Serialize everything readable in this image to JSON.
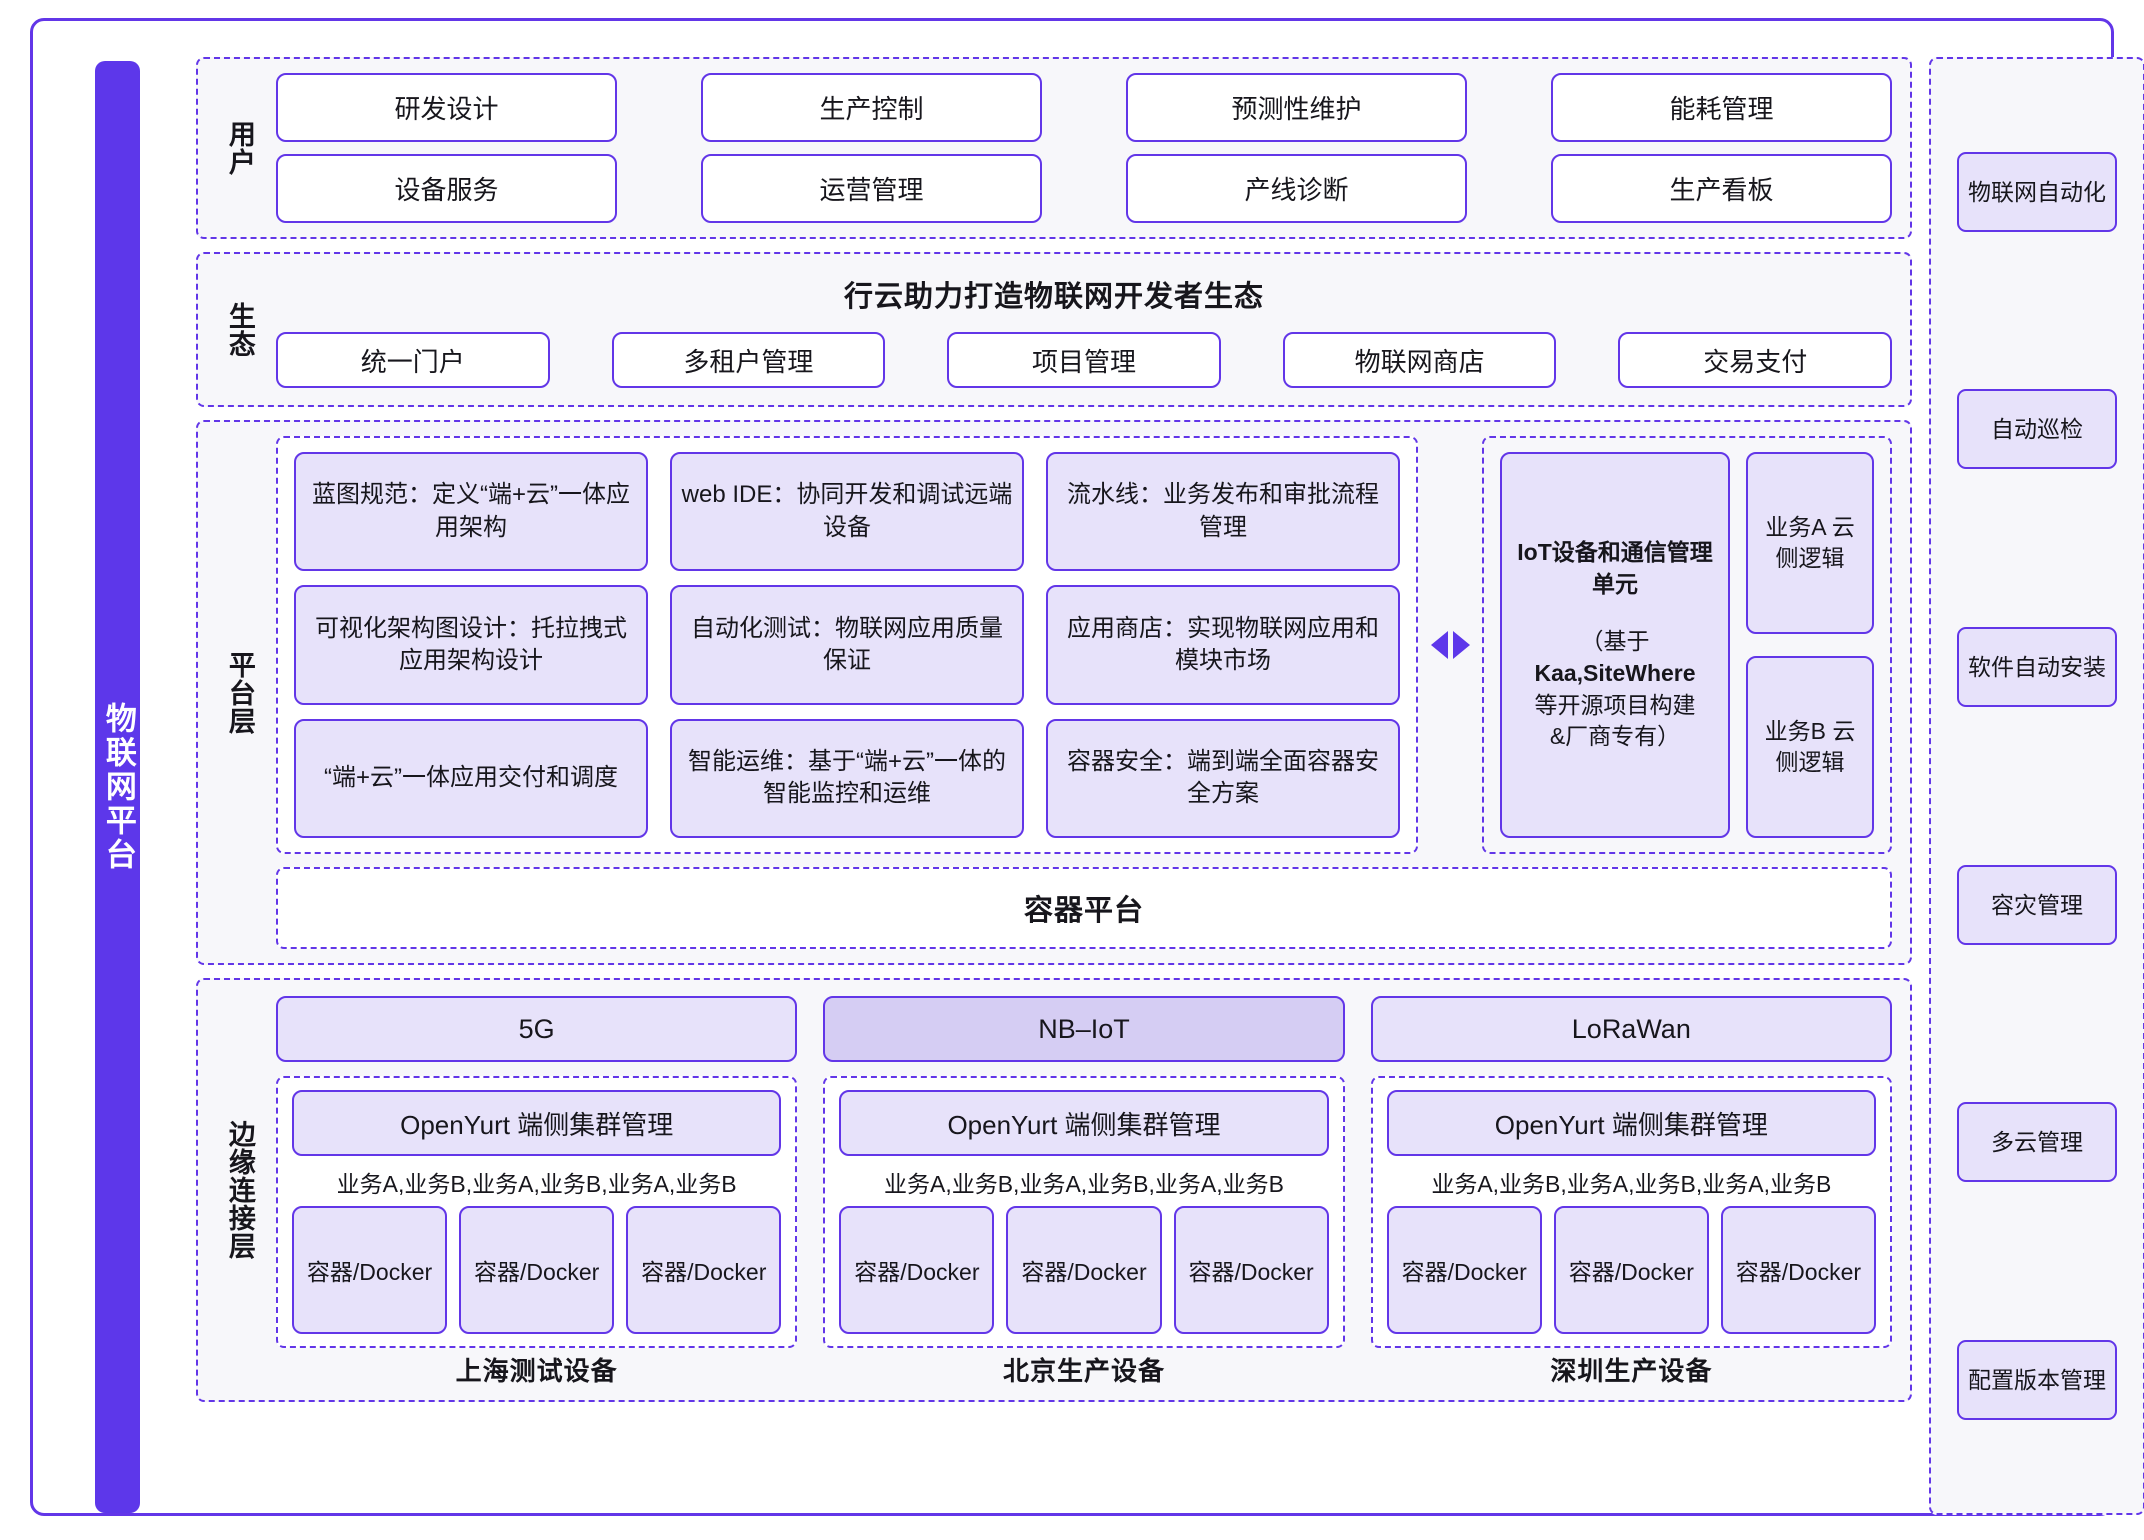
{
  "sidebar": {
    "vertical_label": "物联网平台"
  },
  "user_layer": {
    "label": "用户",
    "items": [
      "研发设计",
      "生产控制",
      "预测性维护",
      "能耗管理",
      "设备服务",
      "运营管理",
      "产线诊断",
      "生产看板"
    ]
  },
  "eco_layer": {
    "label": "生态",
    "title": "行云助力打造物联网开发者生态",
    "items": [
      "统一门户",
      "多租户管理",
      "项目管理",
      "物联网商店",
      "交易支付"
    ]
  },
  "platform_layer": {
    "label": "平台层",
    "capabilities": [
      "蓝图规范：定义“端+云”一体应用架构",
      "web IDE：协同开发和调试远端设备",
      "流水线：业务发布和审批流程管理",
      "可视化架构图设计：托拉拽式应用架构设计",
      "自动化测试：物联网应用质量保证",
      "应用商店：实现物联网应用和模块市场",
      "“端+云”一体应用交付和调度",
      "智能运维：基于“端+云”一体的智能监控和运维",
      "容器安全：端到端全面容器安全方案"
    ],
    "connector": "bidirectional-arrow",
    "iot_unit": {
      "title": "IoT设备和通信管理单元",
      "note_line1": "（基于",
      "note_line2": "Kaa,SiteWhere",
      "note_line3": "等开源项目构建",
      "note_line4": "&厂商专有）"
    },
    "cloud_logic": [
      "业务A\n云侧逻辑",
      "业务B\n云侧逻辑"
    ],
    "cloud_logic_a": "业务A 云侧逻辑",
    "cloud_logic_b": "业务B 云侧逻辑",
    "container_platform": "容器平台"
  },
  "edge_layer": {
    "label": "边缘连接层",
    "columns": [
      {
        "network": "5G",
        "network_accent": false,
        "cluster": "OpenYurt 端侧集群管理",
        "services": "业务A,业务B,业务A,业务B,业务A,业务B",
        "containers": [
          "容器/Docker",
          "容器/Docker",
          "容器/Docker"
        ],
        "caption": "上海测试设备"
      },
      {
        "network": "NB–IoT",
        "network_accent": true,
        "cluster": "OpenYurt 端侧集群管理",
        "services": "业务A,业务B,业务A,业务B,业务A,业务B",
        "containers": [
          "容器/Docker",
          "容器/Docker",
          "容器/Docker"
        ],
        "caption": "北京生产设备"
      },
      {
        "network": "LoRaWan",
        "network_accent": false,
        "cluster": "OpenYurt 端侧集群管理",
        "services": "业务A,业务B,业务A,业务B,业务A,业务B",
        "containers": [
          "容器/Docker",
          "容器/Docker",
          "容器/Docker"
        ],
        "caption": "深圳生产设备"
      }
    ]
  },
  "right_column": {
    "items": [
      "物联网自动化",
      "自动巡检",
      "软件自动安装",
      "容灾管理",
      "多云管理",
      "配置版本管理"
    ]
  },
  "colors": {
    "accent": "#5d37ea",
    "border": "#6236e8",
    "chip_fill": "#e7e2fa",
    "chip_fill_accent": "#d5cdf3",
    "band_bg": "#f7f7fa",
    "text": "#17161c"
  }
}
